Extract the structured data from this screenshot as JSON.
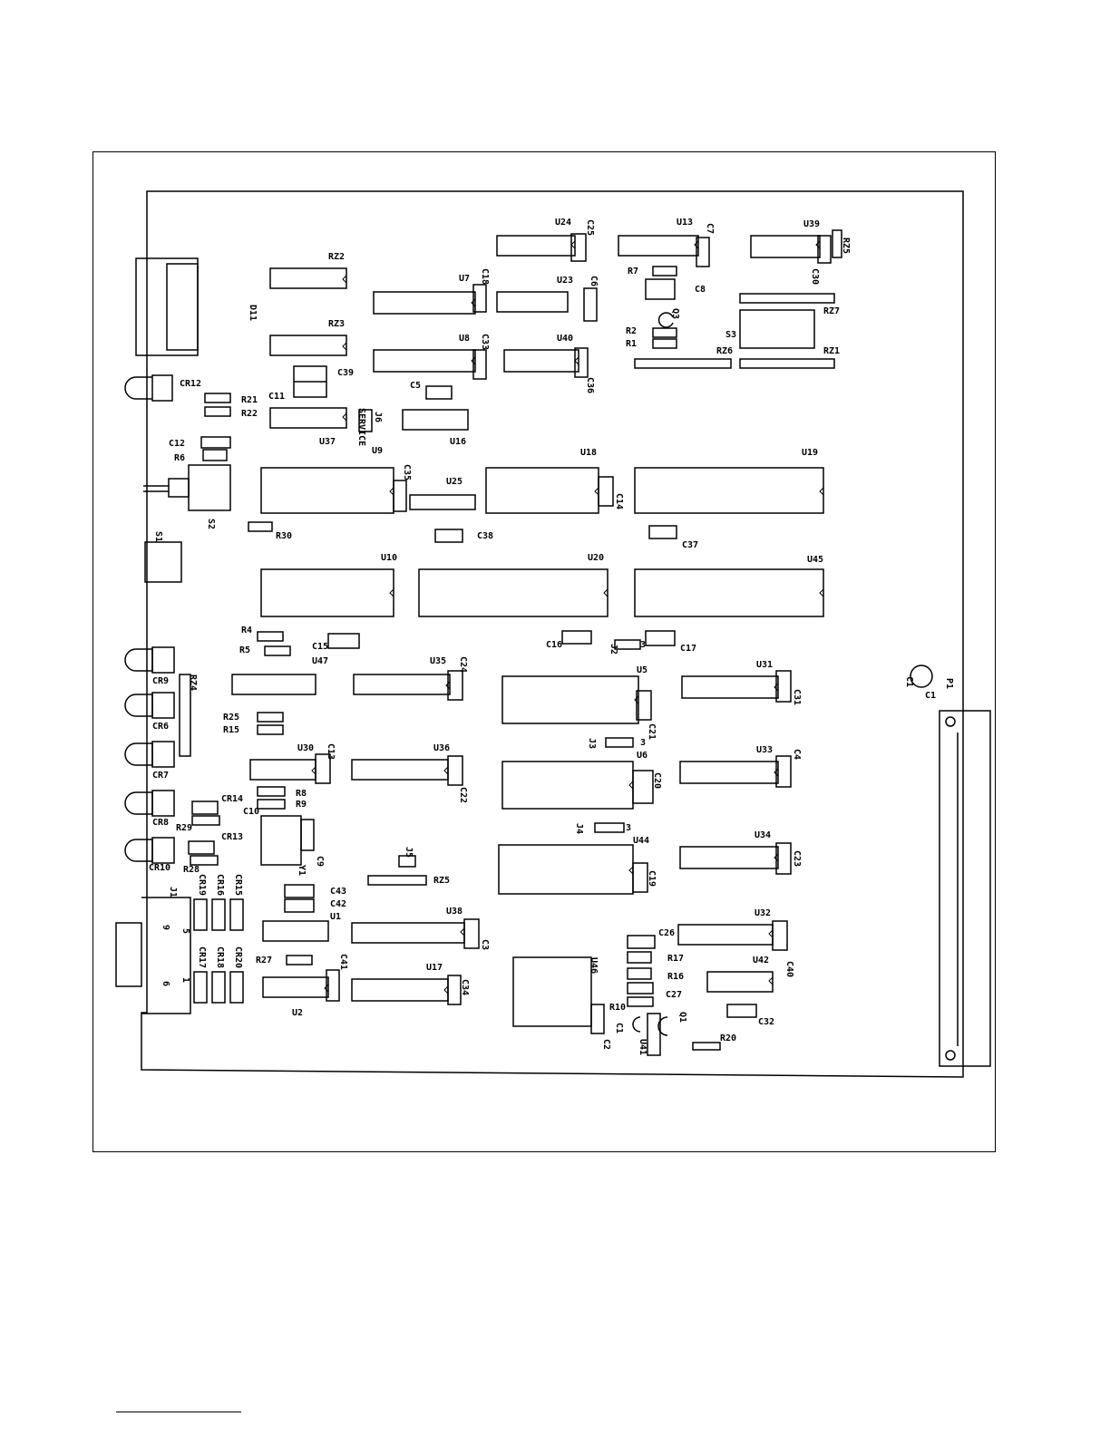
{
  "diagram": {
    "type": "pcb-component-layout",
    "labels": {
      "RZ2": "RZ2",
      "RZ3": "RZ3",
      "D11": "D11",
      "CR12": "CR12",
      "C11": "C11",
      "C39": "C39",
      "R21": "R21",
      "R22": "R22",
      "C12": "C12",
      "R6": "R6",
      "U37": "U37",
      "S2": "S2",
      "R30": "R30",
      "S1": "S1",
      "U7": "U7",
      "C18": "C18",
      "U8": "U8",
      "C33": "C33",
      "C5": "C5",
      "U24": "U24",
      "C25": "C25",
      "U23": "U23",
      "C6": "C6",
      "U40": "U40",
      "C36": "C36",
      "J6": "J6",
      "SERVICE": "SERVICE",
      "U9": "U9",
      "U16": "U16",
      "U13": "U13",
      "C7": "C7",
      "R7": "R7",
      "C8": "C8",
      "Q3": "Q3",
      "R2": "R2",
      "R1": "R1",
      "U39": "U39",
      "RZ5": "RZ5",
      "C30": "C30",
      "RZ7": "RZ7",
      "S3": "S3",
      "RZ6": "RZ6",
      "RZ1": "RZ1",
      "C35": "C35",
      "U25": "U25",
      "U18": "U18",
      "C14": "C14",
      "U19": "U19",
      "C38": "C38",
      "C37": "C37",
      "U10": "U10",
      "U20": "U20",
      "U45": "U45",
      "R4": "R4",
      "R5": "R5",
      "C15": "C15",
      "U47": "U47",
      "C16": "C16",
      "J2": "J2",
      "C17": "C17",
      "CR9": "CR9",
      "CR6": "CR6",
      "CR7": "CR7",
      "CR8": "CR8",
      "CR10": "CR10",
      "RZ4": "RZ4",
      "U35": "U35",
      "C24": "C24",
      "U5": "U5",
      "C21": "C21",
      "U31": "U31",
      "C31": "C31",
      "R25": "R25",
      "R15": "R15",
      "J3": "J3",
      "U6": "U6",
      "U30": "U30",
      "C13": "C13",
      "U36": "U36",
      "C22": "C22",
      "C20": "C20",
      "U33": "U33",
      "C4": "C4",
      "CR14": "CR14",
      "R8": "R8",
      "R9": "R9",
      "R29": "R29",
      "C10": "C10",
      "CR13": "CR13",
      "R28": "R28",
      "C9": "C9",
      "Y1": "Y1",
      "J4": "J4",
      "U44": "U44",
      "C19": "C19",
      "U34": "U34",
      "C23": "C23",
      "J5": "J5",
      "RZ5b": "RZ5",
      "J1": "J1",
      "CR19": "CR19",
      "CR16": "CR16",
      "CR15": "CR15",
      "C43": "C43",
      "C42": "C42",
      "U1": "U1",
      "U38": "U38",
      "C3": "C3",
      "C26": "C26",
      "U32": "U32",
      "C40": "C40",
      "U42": "U42",
      "CR17": "CR17",
      "CR18": "CR18",
      "CR20": "CR20",
      "R27": "R27",
      "C41": "C41",
      "U2": "U2",
      "U17": "U17",
      "C34": "C34",
      "U46": "U46",
      "R17": "R17",
      "R16": "R16",
      "C27": "C27",
      "R10": "R10",
      "C1": "C1",
      "C2": "C2",
      "Q1": "Q1",
      "U41": "U41",
      "R20": "R20",
      "C32": "C32",
      "P1": "P1",
      "C1b": "C1",
      "C1c": "C1",
      "pin5": "5",
      "pin9": "9",
      "pin1": "1",
      "pin6": "6",
      "j2n": "3",
      "j3n": "3",
      "j4n": "3"
    }
  }
}
